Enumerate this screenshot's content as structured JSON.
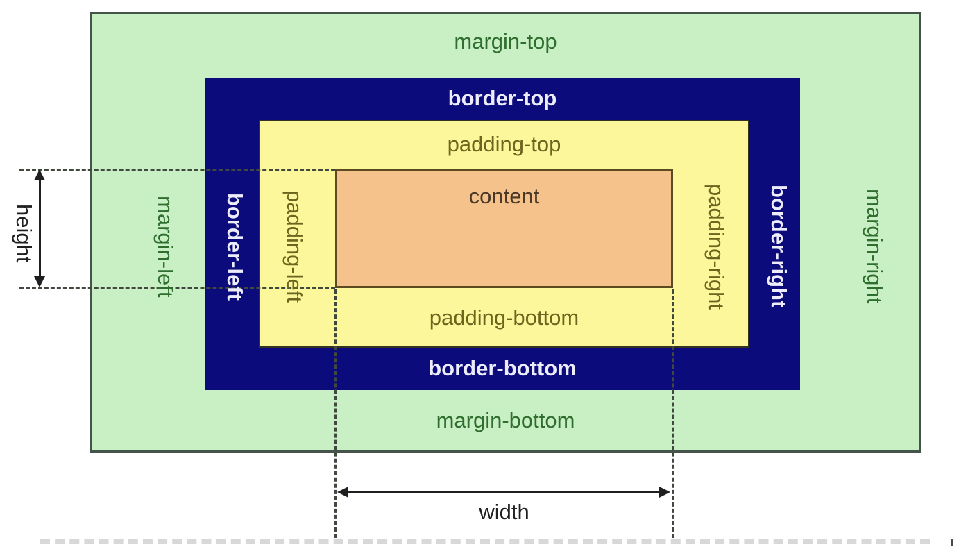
{
  "diagram": {
    "type": "css-box-model",
    "labels": {
      "margin_top": "margin-top",
      "margin_right": "margin-right",
      "margin_bottom": "margin-bottom",
      "margin_left": "margin-left",
      "border_top": "border-top",
      "border_right": "border-right",
      "border_bottom": "border-bottom",
      "border_left": "border-left",
      "padding_top": "padding-top",
      "padding_right": "padding-right",
      "padding_bottom": "padding-bottom",
      "padding_left": "padding-left",
      "content": "content",
      "height": "height",
      "width": "width"
    },
    "colors": {
      "margin_bg": "#c9f0c5",
      "margin_border": "#45544a",
      "margin_text": "#2f6e2f",
      "border_bg": "#0b0b7b",
      "border_text": "#ececfb",
      "padding_bg": "#fcf79b",
      "padding_border": "#33331f",
      "padding_text": "#6b661e",
      "content_bg": "#f6c28c",
      "content_border": "#5c4a20",
      "content_text": "#4b3a27",
      "dimension_color": "#1f1f1f",
      "guide_color": "#41483e"
    }
  }
}
